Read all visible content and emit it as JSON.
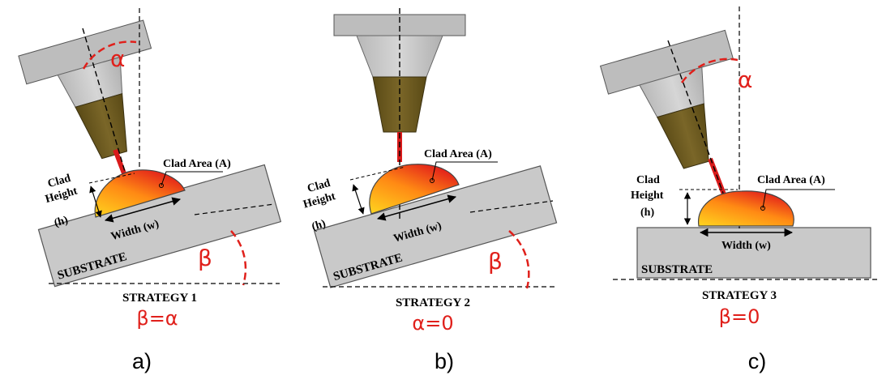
{
  "panels": [
    {
      "strategy": "STRATEGY 1",
      "relation": "β=α",
      "tag": "a)",
      "alpha": "α",
      "beta": "β",
      "clad_area": "Clad Area (A)",
      "clad": "Clad",
      "height": "Height",
      "h": "(h)",
      "width": "Width (w)",
      "substrate": "SUBSTRATE"
    },
    {
      "strategy": "STRATEGY 2",
      "relation": "α=0",
      "tag": "b)",
      "beta": "β",
      "clad_area": "Clad Area (A)",
      "clad": "Clad",
      "height": "Height",
      "h": "(h)",
      "width": "Width (w)",
      "substrate": "SUBSTRATE"
    },
    {
      "strategy": "STRATEGY 3",
      "relation": "β=0",
      "tag": "c)",
      "alpha": "α",
      "clad_area": "Clad Area (A)",
      "clad": "Clad",
      "height": "Height",
      "h": "(h)",
      "width": "Width (w)",
      "substrate": "SUBSTRATE"
    }
  ],
  "colors": {
    "accent": "#e0201b",
    "nozzle_tip": "#6b5a1e",
    "head": "#c0c0c0",
    "substrate": "#c8c8c8",
    "bead_top": "#e02010",
    "bead_bottom": "#ffd21f"
  }
}
